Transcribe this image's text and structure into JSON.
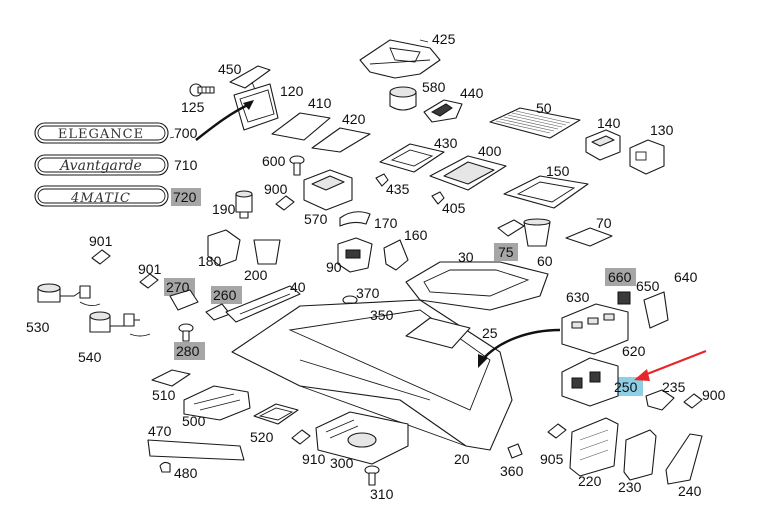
{
  "colors": {
    "label_text": "#111111",
    "highlight_gray": "#a6a6a6",
    "highlight_blue": "#8ecfe6",
    "arrow_red": "#e8262a"
  },
  "badges": [
    {
      "text": "ELEGANCE",
      "number": "700"
    },
    {
      "text": "Avantgarde",
      "number": "710"
    },
    {
      "text": "4MATIC",
      "number": "720"
    }
  ],
  "labels": {
    "l425": "425",
    "l450": "450",
    "l125": "125",
    "l120": "120",
    "l410": "410",
    "l580": "580",
    "l440": "440",
    "l50": "50",
    "l420": "420",
    "l140": "140",
    "l130": "130",
    "l600": "600",
    "l430": "430",
    "l400": "400",
    "l435": "435",
    "l150": "150",
    "l405": "405",
    "l900a": "900",
    "l190": "190",
    "l570": "570",
    "l170": "170",
    "l70": "70",
    "l75": "75",
    "l60": "60",
    "l160": "160",
    "l901a": "901",
    "l901b": "901",
    "l180": "180",
    "l200": "200",
    "l90": "90",
    "l30": "30",
    "l660": "660",
    "l640": "640",
    "l650": "650",
    "l270": "270",
    "l260": "260",
    "l40": "40",
    "l370": "370",
    "l630": "630",
    "l530": "530",
    "l350": "350",
    "l25": "25",
    "l280": "280",
    "l540": "540",
    "l620": "620",
    "l250": "250",
    "l235": "235",
    "l900b": "900",
    "l510": "510",
    "l500": "500",
    "l470": "470",
    "l520": "520",
    "l910": "910",
    "l300": "300",
    "l20": "20",
    "l360": "360",
    "l905": "905",
    "l220": "220",
    "l230": "230",
    "l240": "240",
    "l480": "480",
    "l310": "310"
  }
}
